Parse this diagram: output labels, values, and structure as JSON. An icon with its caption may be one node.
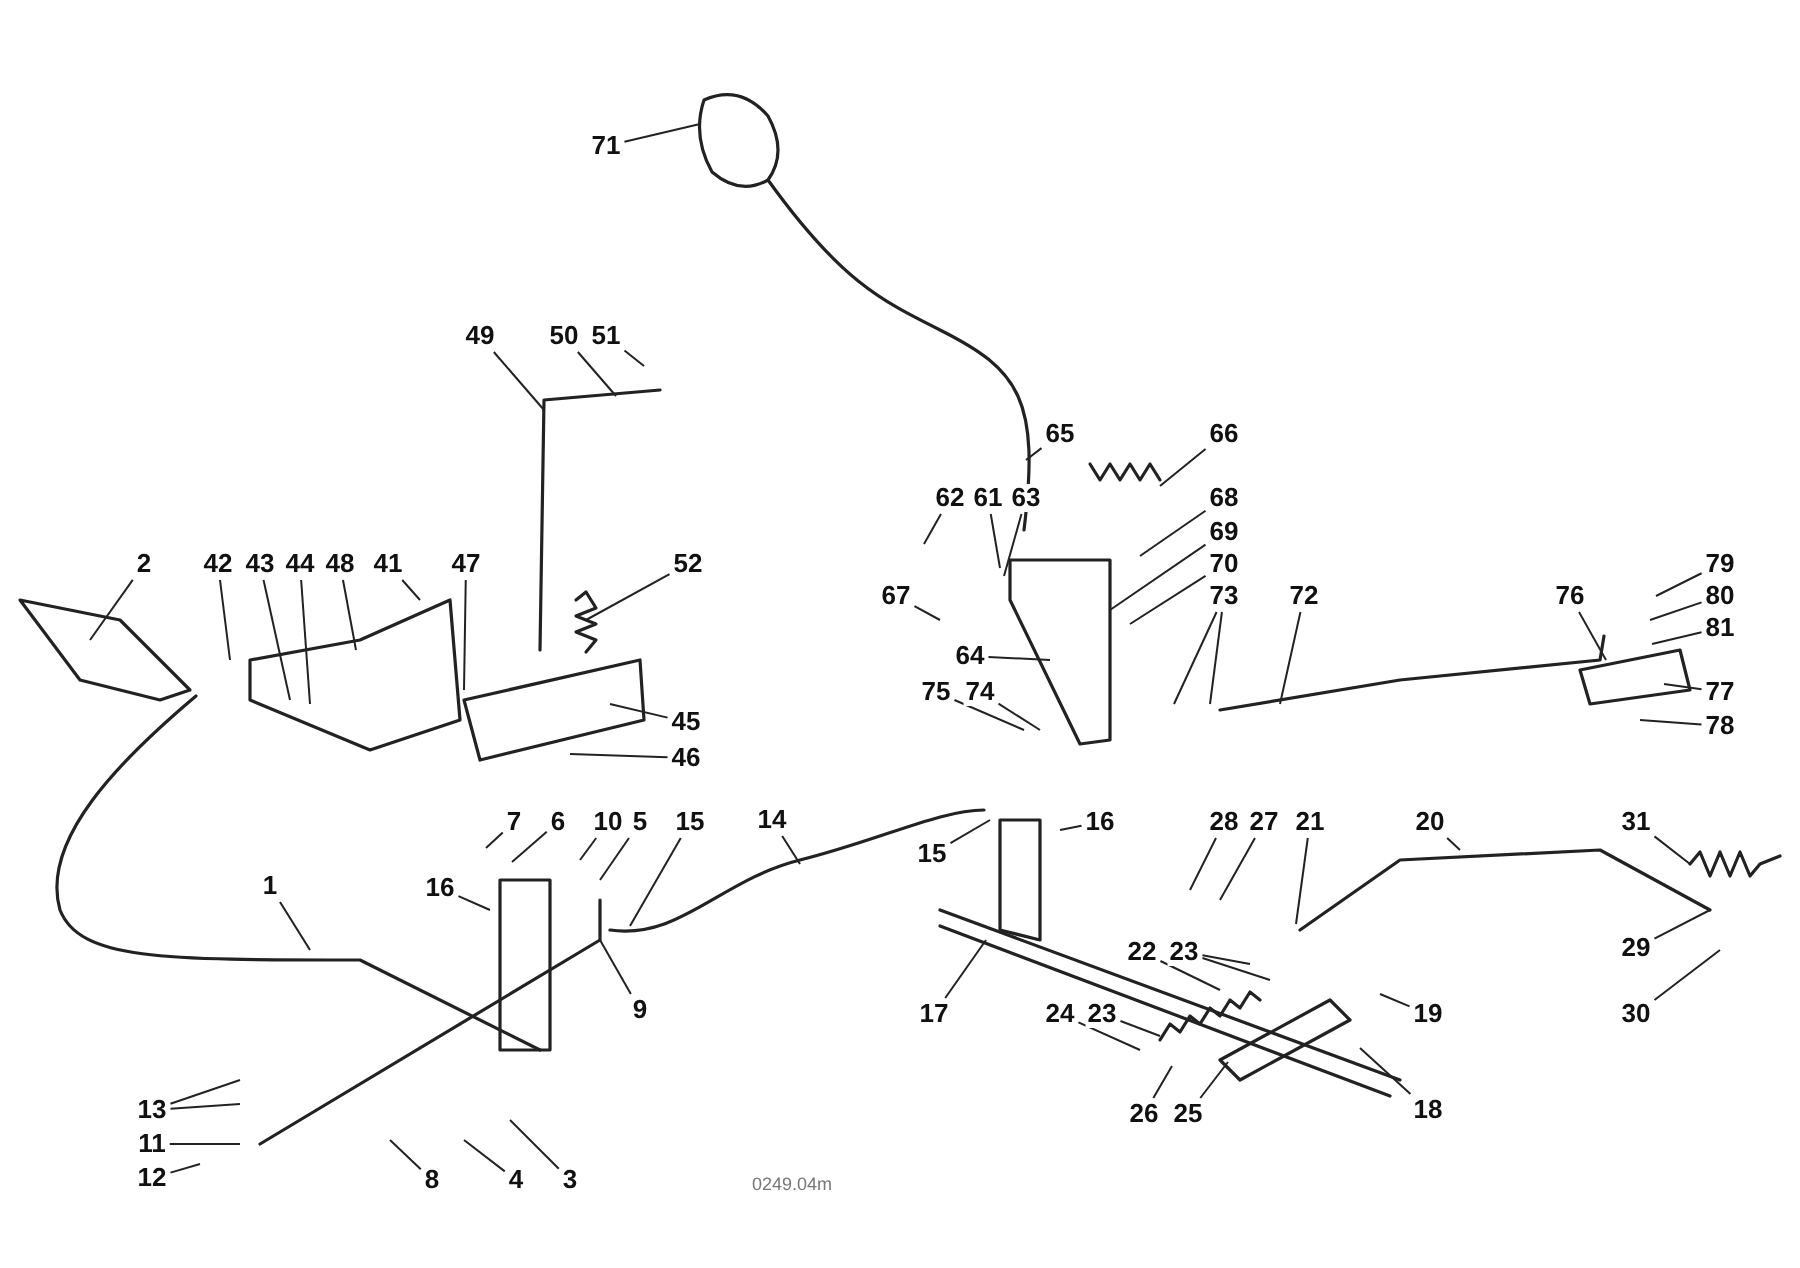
{
  "diagram": {
    "nodes": [
      {
        "text": [
          "71"
        ]
      },
      {
        "text": [
          "49"
        ]
      },
      {
        "text": [
          "50"
        ]
      },
      {
        "text": [
          "51"
        ]
      },
      {
        "text": [
          "65"
        ]
      },
      {
        "text": [
          "66"
        ]
      },
      {
        "text": [
          "62"
        ]
      },
      {
        "text": [
          "61"
        ]
      },
      {
        "text": [
          "63"
        ]
      },
      {
        "text": [
          "68"
        ]
      },
      {
        "text": [
          "69"
        ]
      },
      {
        "text": [
          "2"
        ]
      },
      {
        "text": [
          "42"
        ]
      },
      {
        "text": [
          "43"
        ]
      },
      {
        "text": [
          "44"
        ]
      },
      {
        "text": [
          "48"
        ]
      },
      {
        "text": [
          "41"
        ]
      },
      {
        "text": [
          "47"
        ]
      },
      {
        "text": [
          "52"
        ]
      },
      {
        "text": [
          "70"
        ]
      },
      {
        "text": [
          "79"
        ]
      },
      {
        "text": [
          "67"
        ]
      },
      {
        "text": [
          "73"
        ]
      },
      {
        "text": [
          "72"
        ]
      },
      {
        "text": [
          "76"
        ]
      },
      {
        "text": [
          "80"
        ]
      },
      {
        "text": [
          "81"
        ]
      },
      {
        "text": [
          "64"
        ]
      },
      {
        "text": [
          "75"
        ]
      },
      {
        "text": [
          "74"
        ]
      },
      {
        "text": [
          "77"
        ]
      },
      {
        "text": [
          "45"
        ]
      },
      {
        "text": [
          "78"
        ]
      },
      {
        "text": [
          "46"
        ]
      },
      {
        "text": [
          "14"
        ]
      },
      {
        "text": [
          "7"
        ]
      },
      {
        "text": [
          "6"
        ]
      },
      {
        "text": [
          "10"
        ]
      },
      {
        "text": [
          "5"
        ]
      },
      {
        "text": [
          "15"
        ]
      },
      {
        "text": [
          "16"
        ]
      },
      {
        "text": [
          "28"
        ]
      },
      {
        "text": [
          "27"
        ]
      },
      {
        "text": [
          "21"
        ]
      },
      {
        "text": [
          "20"
        ]
      },
      {
        "text": [
          "31"
        ]
      },
      {
        "text": [
          "15"
        ]
      },
      {
        "text": [
          "1"
        ]
      },
      {
        "text": [
          "16"
        ]
      },
      {
        "text": [
          "29"
        ]
      },
      {
        "text": [
          "22"
        ]
      },
      {
        "text": [
          "23"
        ]
      },
      {
        "text": [
          "9"
        ]
      },
      {
        "text": [
          "17"
        ]
      },
      {
        "text": [
          "24"
        ]
      },
      {
        "text": [
          "23"
        ]
      },
      {
        "text": [
          "19"
        ]
      },
      {
        "text": [
          "30"
        ]
      },
      {
        "text": [
          "13"
        ]
      },
      {
        "text": [
          "18"
        ]
      },
      {
        "text": [
          "26"
        ]
      },
      {
        "text": [
          "25"
        ]
      },
      {
        "text": [
          "11"
        ]
      },
      {
        "text": [
          "12"
        ]
      },
      {
        "text": [
          "8"
        ]
      },
      {
        "text": [
          "4"
        ]
      },
      {
        "text": [
          "3"
        ]
      }
    ],
    "edges": [
      {
        "from": 0,
        "to": null,
        "arrow": "none"
      },
      {
        "from": 1,
        "to": null,
        "arrow": "none"
      },
      {
        "from": 2,
        "to": null,
        "arrow": "none"
      },
      {
        "from": 3,
        "to": null,
        "arrow": "none"
      },
      {
        "from": 4,
        "to": null,
        "arrow": "none"
      },
      {
        "from": 5,
        "to": null,
        "arrow": "none"
      },
      {
        "from": 6,
        "to": null,
        "arrow": "none"
      },
      {
        "from": 7,
        "to": null,
        "arrow": "none"
      },
      {
        "from": 8,
        "to": null,
        "arrow": "none"
      },
      {
        "from": 9,
        "to": null,
        "arrow": "none"
      },
      {
        "from": 10,
        "to": null,
        "arrow": "none"
      },
      {
        "from": 11,
        "to": null,
        "arrow": "none"
      },
      {
        "from": 12,
        "to": null,
        "arrow": "none"
      },
      {
        "from": 13,
        "to": null,
        "arrow": "none"
      },
      {
        "from": 14,
        "to": null,
        "arrow": "none"
      },
      {
        "from": 15,
        "to": null,
        "arrow": "none"
      },
      {
        "from": 16,
        "to": null,
        "arrow": "none"
      },
      {
        "from": 17,
        "to": null,
        "arrow": "none"
      },
      {
        "from": 18,
        "to": null,
        "arrow": "none"
      },
      {
        "from": 19,
        "to": null,
        "arrow": "none"
      },
      {
        "from": 20,
        "to": null,
        "arrow": "none"
      },
      {
        "from": 21,
        "to": null,
        "arrow": "none"
      },
      {
        "from": 22,
        "to": null,
        "arrow": "none"
      },
      {
        "from": 22,
        "to": null,
        "arrow": "none"
      },
      {
        "from": 23,
        "to": null,
        "arrow": "none"
      },
      {
        "from": 24,
        "to": null,
        "arrow": "none"
      },
      {
        "from": 25,
        "to": null,
        "arrow": "none"
      },
      {
        "from": 26,
        "to": null,
        "arrow": "none"
      },
      {
        "from": 27,
        "to": null,
        "arrow": "none"
      },
      {
        "from": 28,
        "to": null,
        "arrow": "none"
      },
      {
        "from": 29,
        "to": null,
        "arrow": "none"
      },
      {
        "from": 30,
        "to": null,
        "arrow": "none"
      },
      {
        "from": 31,
        "to": null,
        "arrow": "none"
      },
      {
        "from": 32,
        "to": null,
        "arrow": "none"
      },
      {
        "from": 33,
        "to": null,
        "arrow": "none"
      },
      {
        "from": 34,
        "to": null,
        "arrow": "none"
      },
      {
        "from": 35,
        "to": null,
        "arrow": "none"
      },
      {
        "from": 36,
        "to": null,
        "arrow": "none"
      },
      {
        "from": 37,
        "to": null,
        "arrow": "none"
      },
      {
        "from": 38,
        "to": null,
        "arrow": "none"
      },
      {
        "from": 39,
        "to": null,
        "arrow": "none"
      },
      {
        "from": 40,
        "to": null,
        "arrow": "none"
      },
      {
        "from": 41,
        "to": null,
        "arrow": "none"
      },
      {
        "from": 42,
        "to": null,
        "arrow": "none"
      },
      {
        "from": 43,
        "to": null,
        "arrow": "none"
      },
      {
        "from": 44,
        "to": null,
        "arrow": "none"
      },
      {
        "from": 45,
        "to": null,
        "arrow": "none"
      },
      {
        "from": 46,
        "to": null,
        "arrow": "none"
      },
      {
        "from": 47,
        "to": null,
        "arrow": "none"
      },
      {
        "from": 48,
        "to": null,
        "arrow": "none"
      },
      {
        "from": 49,
        "to": null,
        "arrow": "none"
      },
      {
        "from": 50,
        "to": null,
        "arrow": "none"
      },
      {
        "from": 51,
        "to": null,
        "arrow": "none"
      },
      {
        "from": 51,
        "to": null,
        "arrow": "none"
      },
      {
        "from": 52,
        "to": null,
        "arrow": "none"
      },
      {
        "from": 53,
        "to": null,
        "arrow": "none"
      },
      {
        "from": 54,
        "to": null,
        "arrow": "none"
      },
      {
        "from": 55,
        "to": null,
        "arrow": "none"
      },
      {
        "from": 56,
        "to": null,
        "arrow": "none"
      },
      {
        "from": 57,
        "to": null,
        "arrow": "none"
      },
      {
        "from": 58,
        "to": null,
        "arrow": "none"
      },
      {
        "from": 58,
        "to": null,
        "arrow": "none"
      },
      {
        "from": 59,
        "to": null,
        "arrow": "none"
      },
      {
        "from": 60,
        "to": null,
        "arrow": "none"
      },
      {
        "from": 61,
        "to": null,
        "arrow": "none"
      },
      {
        "from": 62,
        "to": null,
        "arrow": "none"
      },
      {
        "from": 63,
        "to": null,
        "arrow": "none"
      },
      {
        "from": 64,
        "to": null,
        "arrow": "none"
      },
      {
        "from": 65,
        "to": null,
        "arrow": "none"
      },
      {
        "from": 66,
        "to": null,
        "arrow": "none"
      }
    ],
    "labels": [
      "0249.04m"
    ]
  }
}
